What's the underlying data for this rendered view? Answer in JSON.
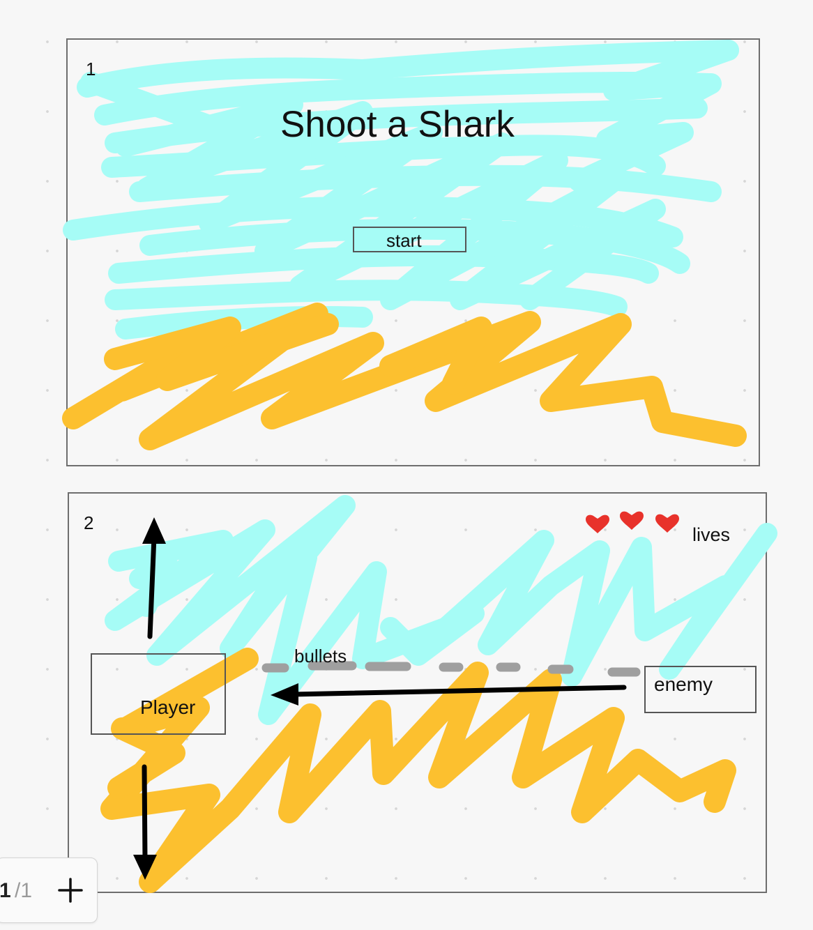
{
  "frame1": {
    "number": "1",
    "title": "Shoot a Shark",
    "start_button": "start"
  },
  "frame2": {
    "number": "2",
    "lives_label": "lives",
    "bullets_label": "bullets",
    "player_label": "Player",
    "enemy_label": "enemy",
    "hearts": 3
  },
  "page_indicator": {
    "current": "1",
    "total": "/1"
  },
  "icons": {
    "add_page": "plus-icon",
    "lives": "heart-icon"
  },
  "colors": {
    "cyan_marker": "#a6fcf6",
    "orange_marker": "#fcc02f",
    "heart_red": "#e8322b",
    "bullet_gray": "#9f9f9f",
    "arrow_black": "#000000"
  }
}
